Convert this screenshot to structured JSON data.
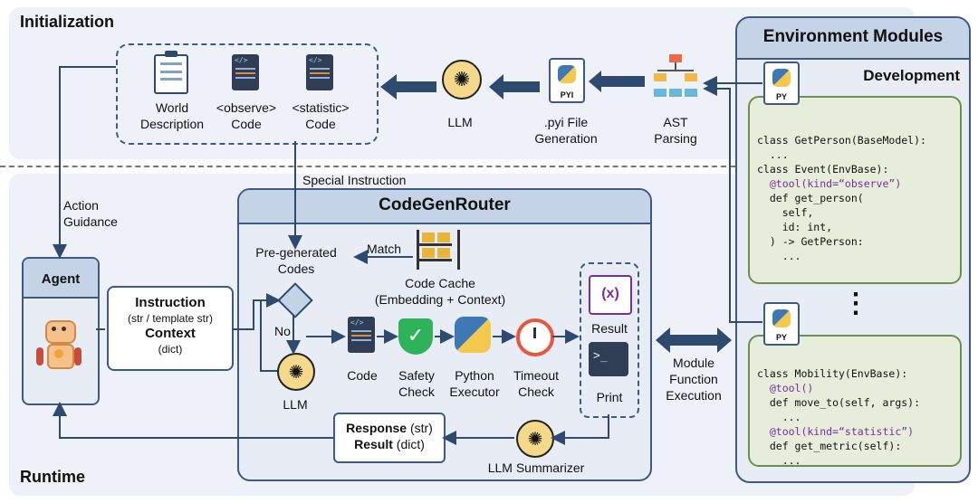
{
  "sections": {
    "initialization": "Initialization",
    "runtime": "Runtime"
  },
  "env": {
    "title": "Environment Modules",
    "development": "Development",
    "py_badge": "PY",
    "code1": [
      "class GetPerson(BaseModel):",
      "  ...",
      "",
      "class Event(EnvBase):",
      "  @tool(kind=“observe”)",
      "  def get_person(",
      "    self,",
      "    id: int,",
      "  ) -> GetPerson:",
      "    ..."
    ],
    "ellipsis": "⋮",
    "code2": [
      "class Mobility(EnvBase):",
      "  @tool()",
      "  def move_to(self, args):",
      "    ...",
      "  @tool(kind=“statistic”)",
      "  def get_metric(self):",
      "    ..."
    ]
  },
  "init": {
    "world_description": [
      "World",
      "Description"
    ],
    "observe_code": [
      "<observe>",
      "Code"
    ],
    "statistic_code": [
      "<statistic>",
      "Code"
    ],
    "llm": "LLM",
    "pyi_generation": [
      ".pyi File",
      "Generation"
    ],
    "pyi_badge": "PYI",
    "ast_parsing": [
      "AST",
      "Parsing"
    ]
  },
  "runtime": {
    "special_instruction": "Special Instruction",
    "action_guidance": [
      "Action",
      "Guidance"
    ],
    "agent": "Agent",
    "instruction_title": "Instruction",
    "instruction_type": "(str / template str)",
    "context_title": "Context",
    "context_type": "(dict)",
    "response_title": "Response",
    "response_type": " (str)",
    "result_title": "Result",
    "result_type": " (dict)",
    "module_execution": [
      "Module",
      "Function",
      "Execution"
    ]
  },
  "router": {
    "title": "CodeGenRouter",
    "pre_generated": [
      "Pre-generated",
      "Codes"
    ],
    "match": "Match",
    "code_cache": [
      "Code Cache",
      "(Embedding + Context)"
    ],
    "no": "No",
    "llm": "LLM",
    "code": "Code",
    "safety_check": [
      "Safety",
      "Check"
    ],
    "python_executor": [
      "Python",
      "Executor"
    ],
    "timeout_check": [
      "Timeout",
      "Check"
    ],
    "result": "Result",
    "print": "Print",
    "llm_summarizer": "LLM Summarizer",
    "result_icon": "(x)",
    "terminal_icon": ">_"
  },
  "colors": {
    "arrow": "#2e4a6e",
    "panel_fill": "#e9eef6",
    "panel_border": "#3b5a85",
    "code_fill": "#e8efdc",
    "code_border": "#6c8f4f",
    "header_fill": "#c5d3e6",
    "keyword": "#7a2e9e"
  }
}
